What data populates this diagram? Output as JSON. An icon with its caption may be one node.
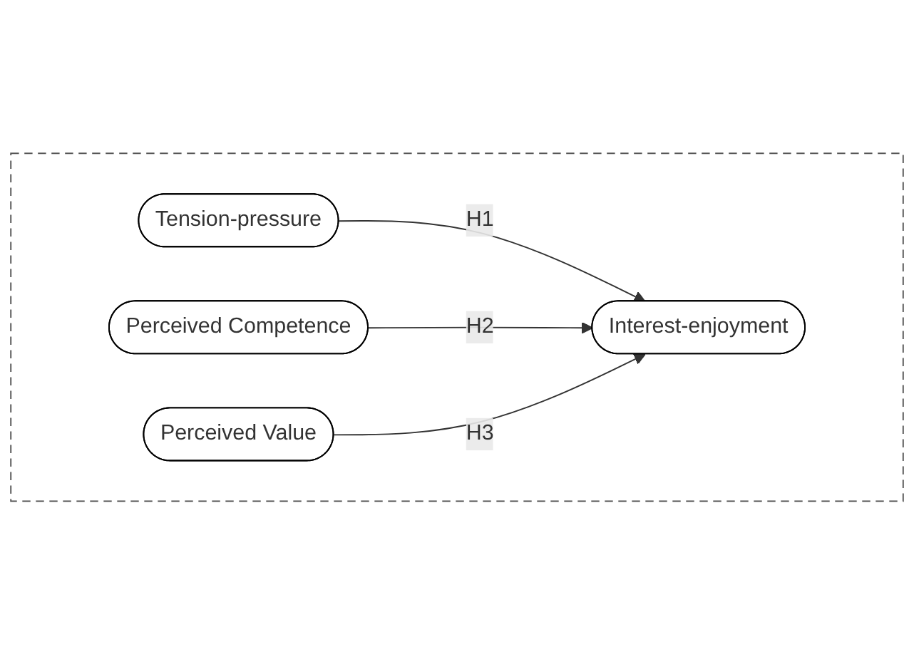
{
  "diagram": {
    "nodes": [
      {
        "text": [],
        "shape": "box"
      },
      {
        "text": [
          "Tension-pressure"
        ],
        "in": 0
      },
      {
        "text": [
          "Perceived Competence"
        ],
        "in": 0
      },
      {
        "text": [
          "Perceived Value"
        ],
        "in": 0
      },
      {
        "text": [
          "Interest-enjoyment"
        ],
        "in": 0
      }
    ],
    "edges": [
      {
        "from": 1,
        "to": 4,
        "arrow": "to",
        "label": "H1"
      },
      {
        "from": 2,
        "to": 4,
        "arrow": "to",
        "label": "H2"
      },
      {
        "from": 3,
        "to": 4,
        "arrow": "to",
        "label": "H3"
      }
    ]
  }
}
